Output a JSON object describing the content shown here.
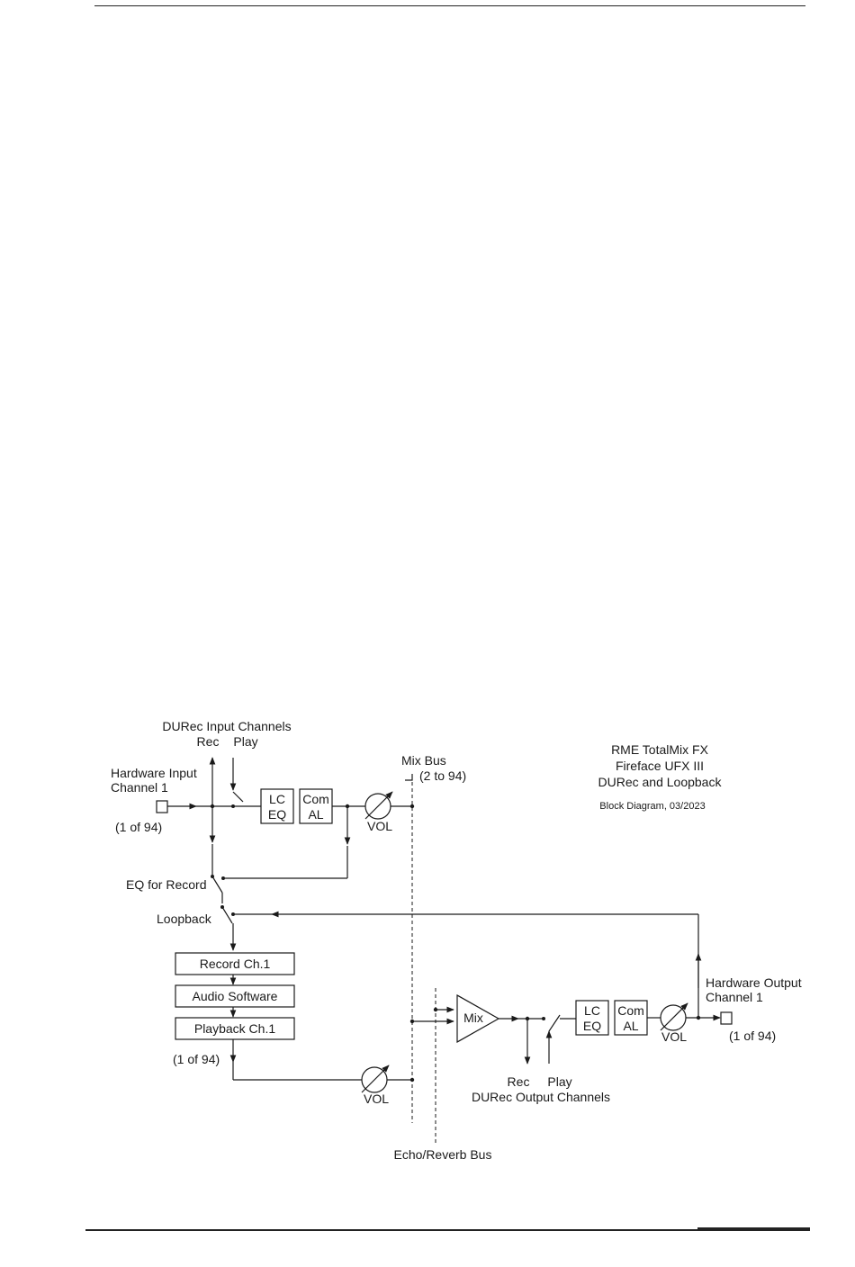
{
  "diagram": {
    "title_lines": [
      "RME TotalMix FX",
      "Fireface UFX III",
      "DURec and Loopback"
    ],
    "subtitle": "Block Diagram, 03/2023",
    "input": {
      "durec_header": "DURec Input Channels",
      "rec": "Rec",
      "play": "Play",
      "hw_label_1": "Hardware Input",
      "hw_label_2": "Channel 1",
      "count": "(1 of 94)",
      "lc": "LC",
      "eq": "EQ",
      "com": "Com",
      "al": "AL",
      "vol": "VOL"
    },
    "mixbus": {
      "label": "Mix Bus",
      "range": "(2 to 94)"
    },
    "eq_for_record": "EQ for Record",
    "loopback": "Loopback",
    "record_box": "Record Ch.1",
    "audio_box": "Audio Software",
    "playback_box": "Playback Ch.1",
    "playback_count": "(1 of 94)",
    "playback_vol": "VOL",
    "echo_bus": "Echo/Reverb Bus",
    "output": {
      "mix": "Mix",
      "lc": "LC",
      "eq": "EQ",
      "com": "Com",
      "al": "AL",
      "vol": "VOL",
      "rec": "Rec",
      "play": "Play",
      "durec_footer": "DURec Output Channels",
      "hw_label_1": "Hardware Output",
      "hw_label_2": "Channel 1",
      "count": "(1 of 94)"
    }
  }
}
